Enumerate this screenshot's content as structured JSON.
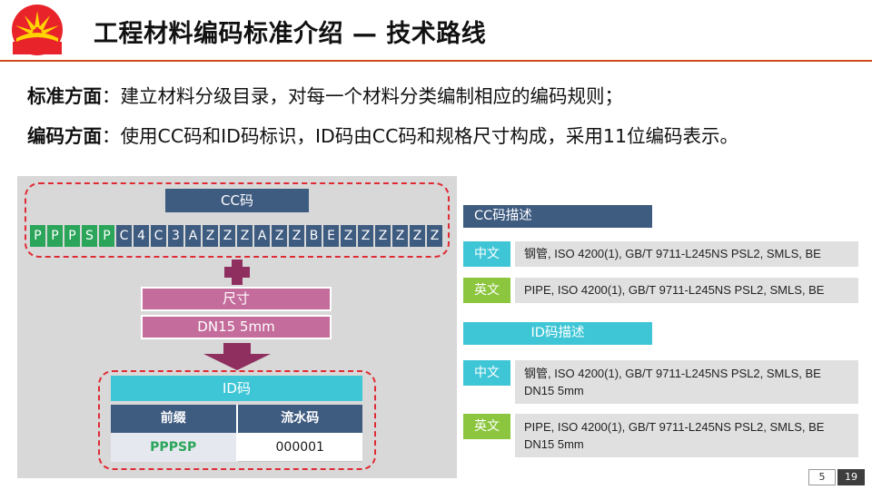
{
  "slide": {
    "title": "工程材料编码标准介绍 — 技术路线",
    "intro": [
      {
        "label": "标准方面",
        "text": "：建立材料分级目录，对每一个材料分类编制相应的编码规则；"
      },
      {
        "label": "编码方面",
        "text": "：使用CC码和ID码标识，ID码由CC码和规格尺寸构成，采用11位编码表示。"
      }
    ]
  },
  "diagram": {
    "cc_label": "CC码",
    "cc_code": [
      {
        "char": "P",
        "color": "green"
      },
      {
        "char": "P",
        "color": "green"
      },
      {
        "char": "P",
        "color": "green"
      },
      {
        "char": "S",
        "color": "green"
      },
      {
        "char": "P",
        "color": "green"
      },
      {
        "char": "C",
        "color": "blue"
      },
      {
        "char": "4",
        "color": "blue"
      },
      {
        "char": "C",
        "color": "blue"
      },
      {
        "char": "3",
        "color": "blue"
      },
      {
        "char": "A",
        "color": "blue"
      },
      {
        "char": "Z",
        "color": "blue"
      },
      {
        "char": "Z",
        "color": "blue"
      },
      {
        "char": "Z",
        "color": "blue"
      },
      {
        "char": "A",
        "color": "blue"
      },
      {
        "char": "Z",
        "color": "blue"
      },
      {
        "char": "Z",
        "color": "blue"
      },
      {
        "char": "B",
        "color": "blue"
      },
      {
        "char": "E",
        "color": "blue"
      },
      {
        "char": "Z",
        "color": "blue"
      },
      {
        "char": "Z",
        "color": "blue"
      },
      {
        "char": "Z",
        "color": "blue"
      },
      {
        "char": "Z",
        "color": "blue"
      },
      {
        "char": "Z",
        "color": "blue"
      },
      {
        "char": "Z",
        "color": "blue"
      }
    ],
    "size_label": "尺寸",
    "size_value": "DN15 5mm",
    "id_label": "ID码",
    "id_table": {
      "headers": [
        "前缀",
        "流水码"
      ],
      "prefix": "PPPSP",
      "serial": "000001"
    }
  },
  "descriptions": {
    "cc_title": "CC码描述",
    "cc": [
      {
        "lang": "中文",
        "text": "钢管, ISO 4200(1), GB/T 9711-L245NS PSL2, SMLS, BE"
      },
      {
        "lang": "英文",
        "text": "PIPE, ISO 4200(1), GB/T 9711-L245NS PSL2, SMLS, BE"
      }
    ],
    "id_title": "ID码描述",
    "id": [
      {
        "lang": "中文",
        "text": "钢管, ISO 4200(1), GB/T 9711-L245NS PSL2, SMLS, BE DN15 5mm"
      },
      {
        "lang": "英文",
        "text": "PIPE, ISO 4200(1), GB/T 9711-L245NS PSL2, SMLS, BE DN15 5mm"
      }
    ]
  },
  "page": {
    "current": "5",
    "total": "19"
  },
  "colors": {
    "accent_orange": "#d24a1b",
    "navy": "#3e5b80",
    "cyan": "#3fc6d6",
    "green": "#2aa55a",
    "lime": "#8cc63f",
    "magenta": "#c46c9b",
    "red_dash": "#e02b35"
  }
}
